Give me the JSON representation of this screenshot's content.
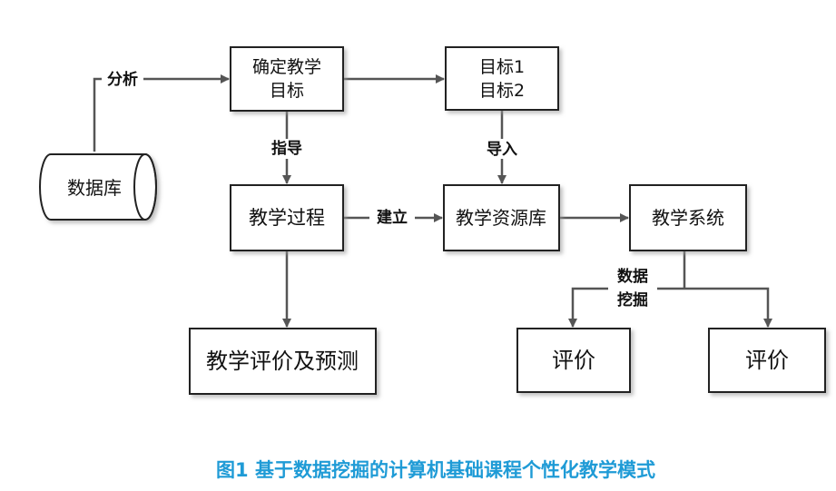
{
  "colors": {
    "caption": "#1f9bd6",
    "box_border": "#222222",
    "arrow": "#555555"
  },
  "nodes": {
    "database": "数据库",
    "goal": [
      "确定教学",
      "目标"
    ],
    "targets": [
      "目标1",
      "目标2"
    ],
    "process": "教学过程",
    "resource": "教学资源库",
    "system": "教学系统",
    "evaluate_predict": "教学评价及预测",
    "eval_left": "评价",
    "eval_right": "评价"
  },
  "edges": {
    "analyze": "分析",
    "guide": "指导",
    "import": "导入",
    "build": "建立",
    "mining": [
      "数据",
      "挖掘"
    ]
  },
  "caption": "图1 基于数据挖掘的计算机基础课程个性化教学模式"
}
